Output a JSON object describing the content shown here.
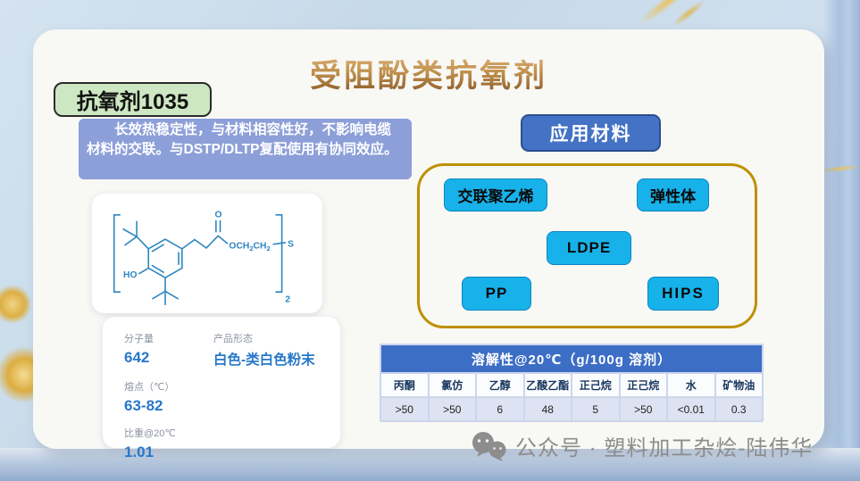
{
  "slide": {
    "title": "受阻酚类抗氧剂",
    "product_label": "抗氧剂1035",
    "description": "长效热稳定性，与材料相容性好，不影响电缆材料的交联。与DSTP/DLTP复配使用有协同效应。",
    "structure": {
      "ho_label": "HO",
      "carbonyl_o": "O",
      "chain_parts": [
        "OCH",
        "2",
        "CH",
        "2"
      ],
      "sulfur": "S",
      "repeat_subscript": "2"
    },
    "properties": {
      "molecular_weight_label": "分子量",
      "molecular_weight_value": "642",
      "form_label": "产品形态",
      "form_value": "白色-类白色粉末",
      "melting_point_label": "熔点（℃）",
      "melting_point_value": "63-82",
      "specific_gravity_label": "比重@20℃",
      "specific_gravity_value": "1.01"
    },
    "application": {
      "header": "应用材料",
      "materials": [
        "交联聚乙烯",
        "弹性体",
        "LDPE",
        "PP",
        "HIPS"
      ]
    },
    "solubility_table": {
      "title": "溶解性@20℃（g/100g 溶剂）",
      "headers": [
        "丙酮",
        "氯仿",
        "乙醇",
        "乙酸乙酯",
        "正己烷",
        "正己烷",
        "水",
        "矿物油"
      ],
      "values": [
        ">50",
        ">50",
        "6",
        "48",
        "5",
        ">50",
        "<0.01",
        "0.3"
      ]
    },
    "footer": "公众号 · 塑料加工杂烩-陆伟华"
  },
  "colors": {
    "title_gradient_top": "#ddb078",
    "title_gradient_bottom": "#8a5a28",
    "product_label_bg": "#cde7c3",
    "description_bg": "#8c9fd8",
    "app_header_bg": "#4472c4",
    "material_chip_bg": "#17b2e9",
    "gold_border": "#bf9000",
    "table_title_bg": "#3d6ec5",
    "structure_stroke": "#2e86c1",
    "value_blue": "#2878c8",
    "footer_gray": "#8d8d8d"
  }
}
